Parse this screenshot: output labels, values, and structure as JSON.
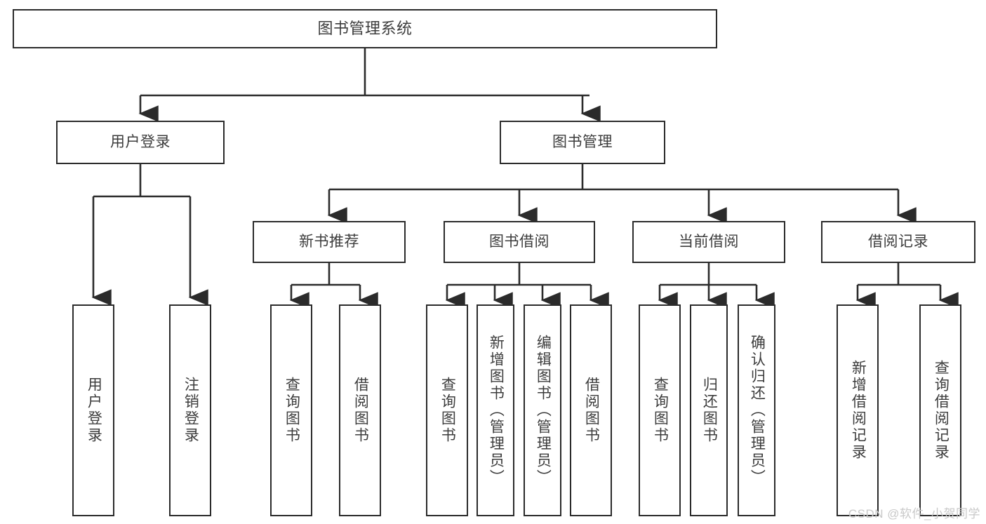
{
  "diagram": {
    "type": "hierarchy-tree",
    "title": "图书管理系统",
    "orientation": "top-down",
    "colors": {
      "box_border": "#2b2b2b",
      "box_fill": "#ffffff",
      "text": "#3c3c3c",
      "edge": "#2b2b2b",
      "watermark": "#c9c9c9",
      "background": "#ffffff"
    }
  },
  "watermark": {
    "text": "CSDN @软件_小贺同学"
  },
  "nodes": {
    "root": {
      "label": "图书管理系统"
    },
    "level2": [
      {
        "label": "用户登录"
      },
      {
        "label": "图书管理"
      }
    ],
    "level3": [
      {
        "label": "新书推荐"
      },
      {
        "label": "图书借阅"
      },
      {
        "label": "当前借阅"
      },
      {
        "label": "借阅记录"
      }
    ],
    "leaves": {
      "user_login": [
        {
          "label": "用户登录"
        },
        {
          "label": "注销登录"
        }
      ],
      "new_book_recommend": [
        {
          "label": "查询图书"
        },
        {
          "label": "借阅图书"
        }
      ],
      "book_borrow": [
        {
          "label": "查询图书"
        },
        {
          "label": "新增图书（管理员）"
        },
        {
          "label": "编辑图书（管理员）"
        },
        {
          "label": "借阅图书"
        }
      ],
      "current_borrow": [
        {
          "label": "查询图书"
        },
        {
          "label": "归还图书"
        },
        {
          "label": "确认归还（管理员）"
        }
      ],
      "borrow_record": [
        {
          "label": "新增借阅记录"
        },
        {
          "label": "查询借阅记录"
        }
      ]
    }
  }
}
